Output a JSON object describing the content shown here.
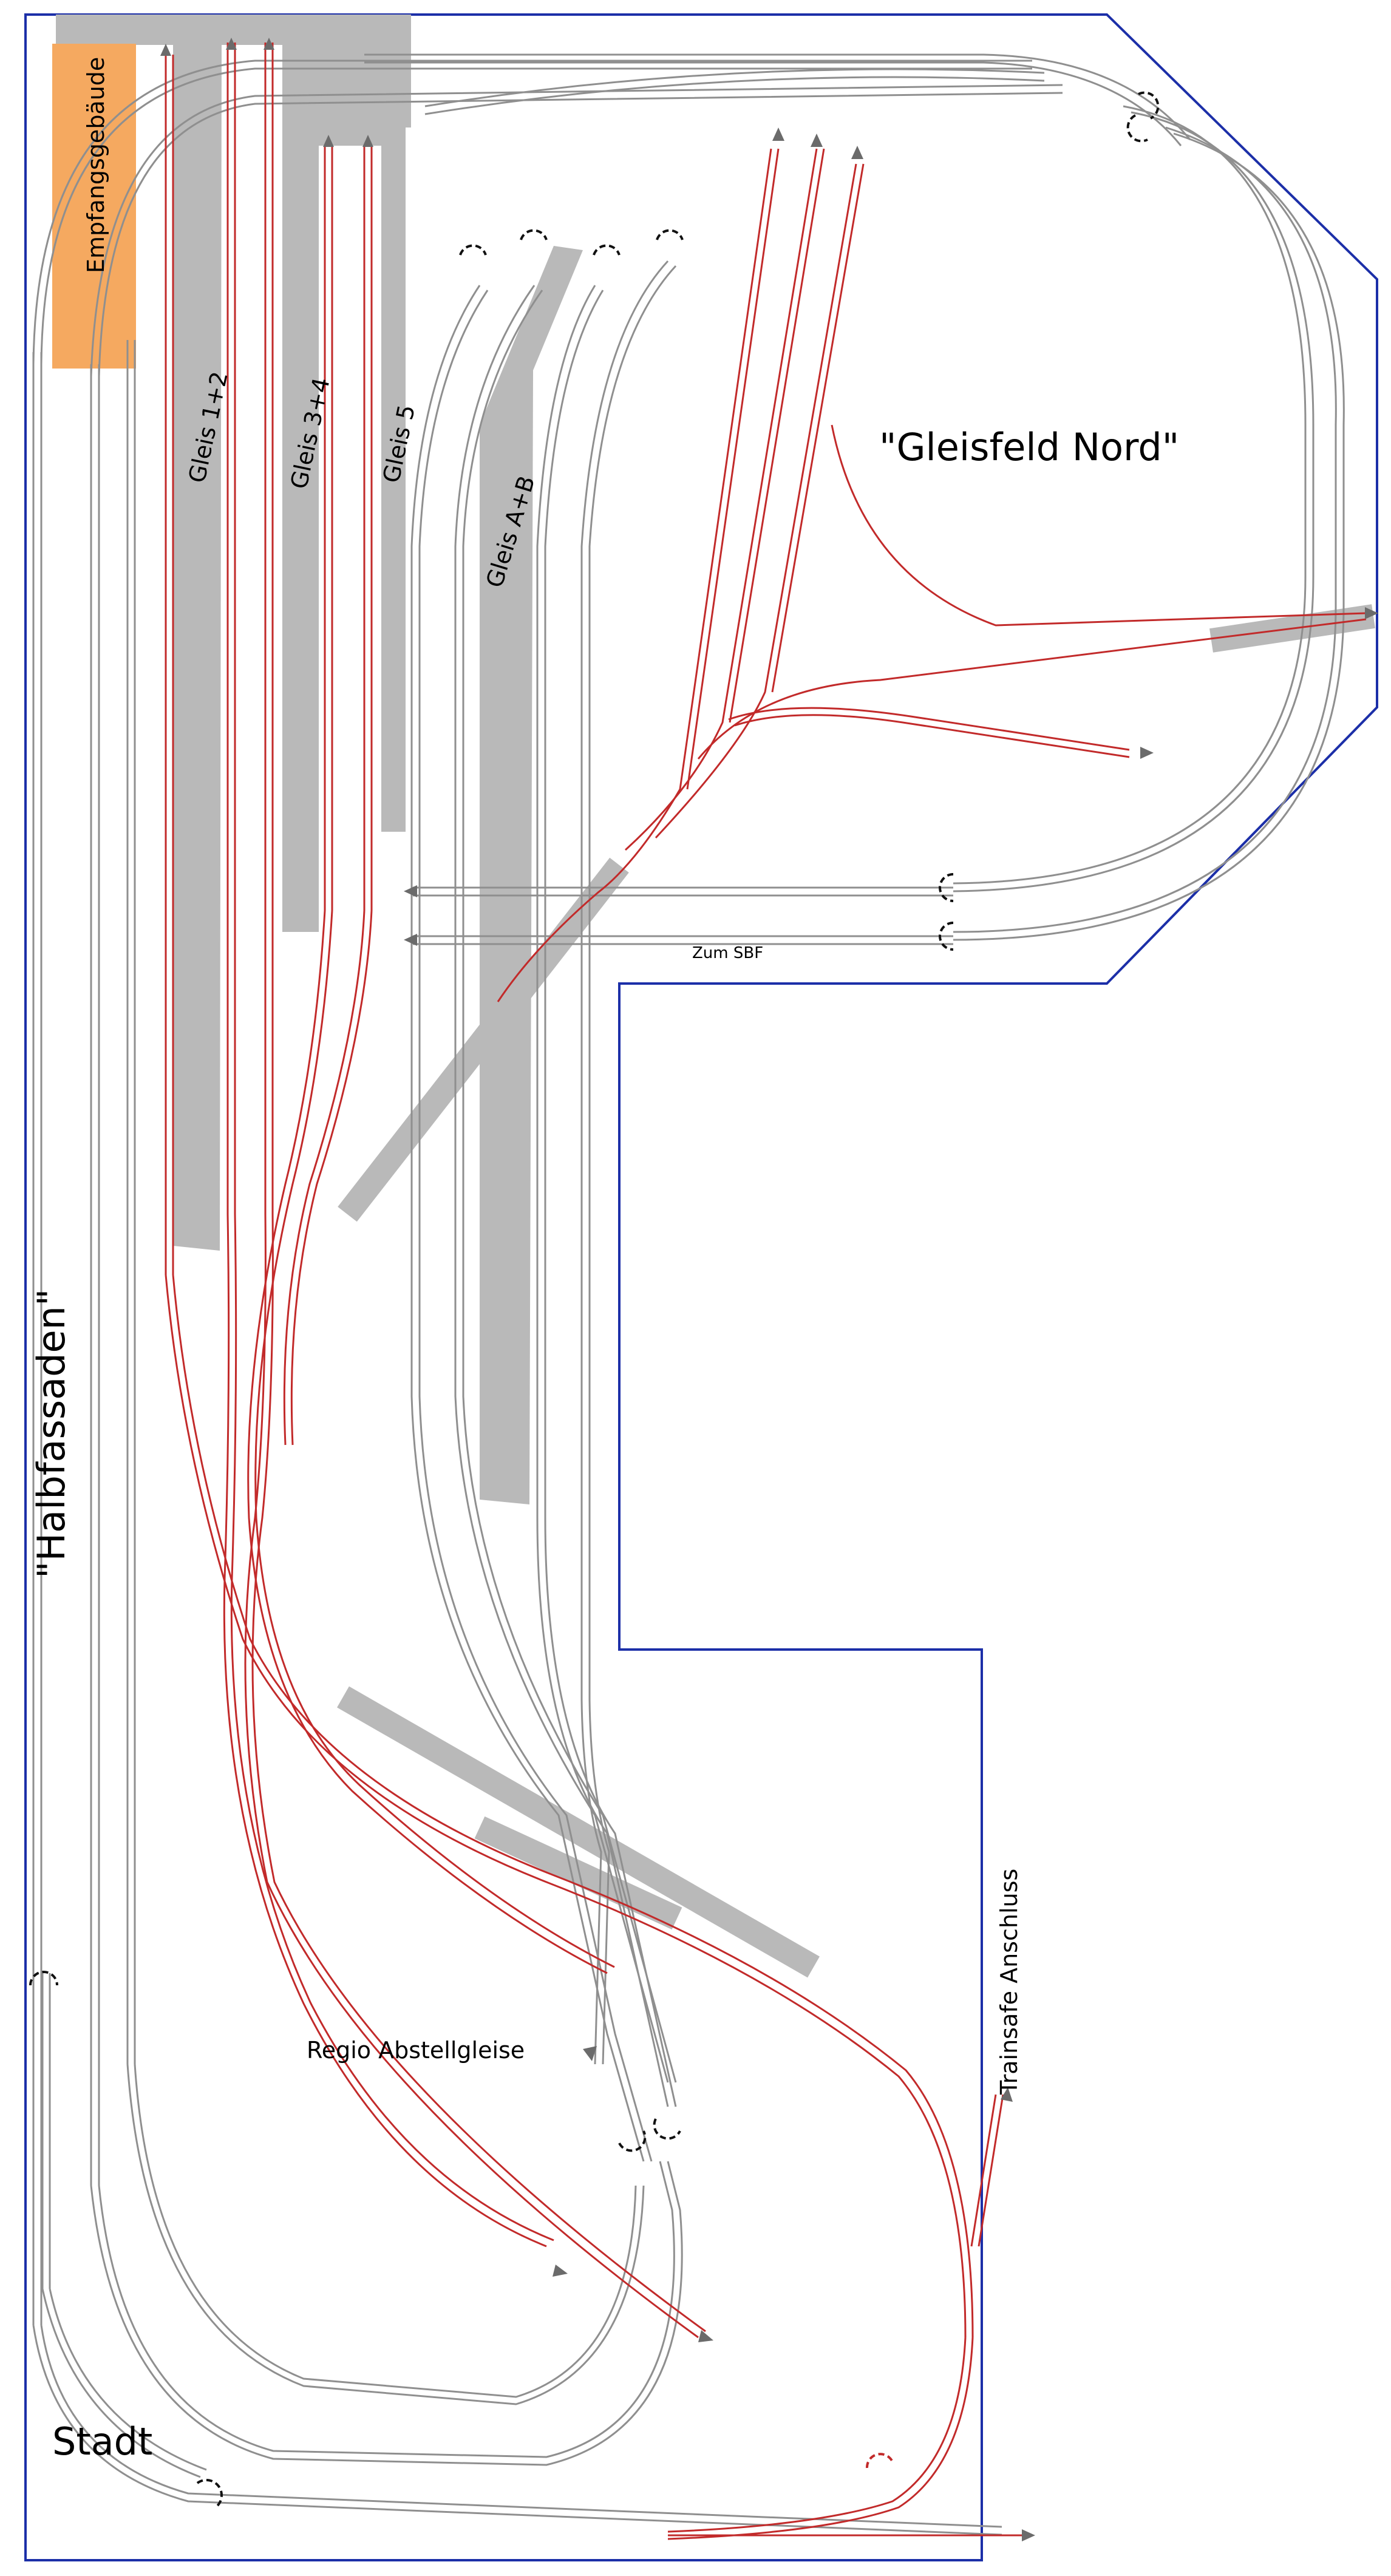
{
  "labels": {
    "station_building": "Empfangsgebäude",
    "gleisfeld_nord": "\"Gleisfeld Nord\"",
    "halbfassaden": "\"Halbfassaden\"",
    "stadt": "Stadt",
    "regio_abstellgleise": "Regio Abstellgleise",
    "trainsafe_anschluss": "Trainsafe Anschluss",
    "zum_sbf": "Zum SBF",
    "gleis_1_2": "Gleis 1+2",
    "gleis_3_4": "Gleis 3+4",
    "gleis_5": "Gleis 5",
    "gleis_a_b": "Gleis A+B"
  },
  "colors": {
    "boundary": "#1c2fa8",
    "platform": "#b9b9b9",
    "building": "#f5a960",
    "track_gray": "#8f8f8f",
    "track_red": "#c22a2a",
    "end_marker": "#6b6b6b"
  }
}
